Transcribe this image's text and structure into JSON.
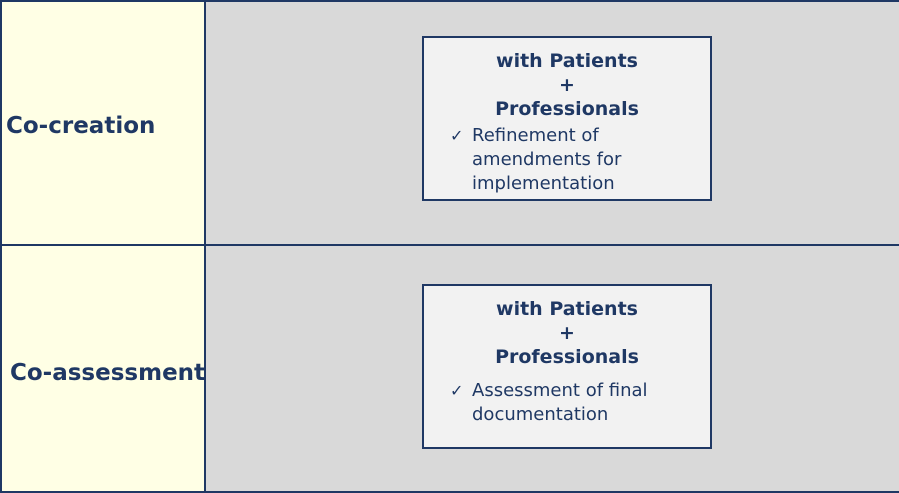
{
  "rows": [
    {
      "label": "Co-creation",
      "card": {
        "heading_line1": "with Patients",
        "heading_line2": "+",
        "heading_line3": "Professionals",
        "check_icon": "✓",
        "bullet_lines": [
          "Refinement of",
          "amendments for",
          "implementation"
        ]
      }
    },
    {
      "label": "Co-assessment",
      "card": {
        "heading_line1": "with Patients",
        "heading_line2": "+",
        "heading_line3": "Professionals",
        "check_icon": "✓",
        "bullet_lines": [
          "Assessment of final",
          "documentation"
        ]
      }
    }
  ],
  "colors": {
    "navy": "#1f3864",
    "label_bg": "#ffffe5",
    "content_bg": "#d9d9d9",
    "card_bg": "#f2f2f2"
  }
}
